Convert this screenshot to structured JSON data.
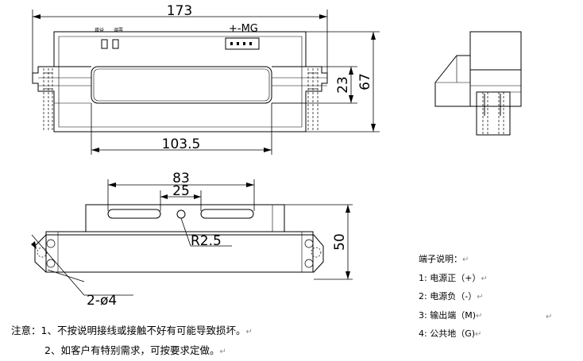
{
  "top_view": {
    "width_dim": "173",
    "inner_width_dim": "103.5",
    "height_dim": "67",
    "window_dim": "23",
    "connector_label": "+-MG",
    "small_labels": [
      "增益",
      "调零"
    ]
  },
  "bottom_view": {
    "slot_span_dim": "83",
    "slot_gap_dim": "25",
    "height_dim": "50",
    "radius_label": "R2.5",
    "hole_label": "2-ø4"
  },
  "terminal_legend": {
    "title": "端子说明：",
    "items": [
      {
        "index": "1:",
        "text": "电源正（+）"
      },
      {
        "index": "2:",
        "text": "电源负（-）"
      },
      {
        "index": "3:",
        "text": "输出端（M)"
      },
      {
        "index": "4:",
        "text": "公共地（G)"
      }
    ]
  },
  "notes": [
    "注意：1、不按说明接线或接触不好有可能导致损坏。",
    "2、如客户有特别需求，可按要求定做。"
  ],
  "return_mark": "↵"
}
